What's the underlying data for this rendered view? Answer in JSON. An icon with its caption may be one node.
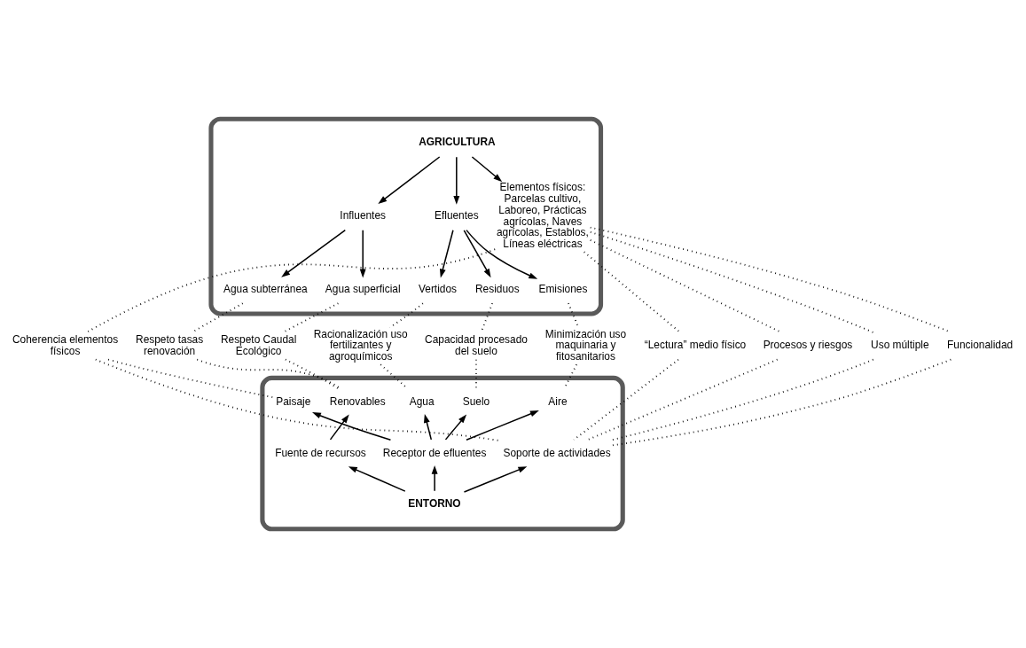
{
  "diagram": {
    "nodes": [
      {
        "text": [],
        "shape": "box"
      },
      {
        "text": [
          "AGRICULTURA"
        ],
        "in": 0
      },
      {
        "text": [
          "Influentes"
        ],
        "in": 0
      },
      {
        "text": [
          "Elementos físicos: Parcelas cultivo, Laboreo, Prácticas agrícolas, Naves agrícolas, Establos, Líneas eléctricas"
        ],
        "in": 0
      },
      {
        "text": [
          "Efluentes"
        ],
        "in": 0
      },
      {
        "text": [
          "Agua subterránea"
        ],
        "in": 0
      },
      {
        "text": [
          "Agua superficial"
        ],
        "in": 0
      },
      {
        "text": [
          "Emisiones"
        ],
        "in": 0
      },
      {
        "text": [
          "Vertidos"
        ],
        "in": 0
      },
      {
        "text": [
          "Residuos"
        ],
        "in": 0
      },
      {
        "text": [
          "Respeto tasas renovación"
        ]
      },
      {
        "text": [
          "Respeto Caudal Ecológico"
        ]
      },
      {
        "text": [
          "“Lectura” medio físico"
        ]
      },
      {
        "text": [
          "Procesos y riesgos"
        ]
      },
      {
        "text": [
          "Uso múltiple"
        ]
      },
      {
        "text": [
          "Funcionalidad"
        ]
      },
      {
        "text": [
          "Coherencia elementos físicos"
        ]
      },
      {
        "text": [
          "Minimización uso maquinaria y fitosanitarios"
        ]
      },
      {
        "text": [
          "Racionalización uso fertilizantes y agroquímicos"
        ]
      },
      {
        "text": [
          "Capacidad procesado del suelo"
        ]
      },
      {
        "text": [],
        "shape": "box"
      },
      {
        "text": [
          "Renovables"
        ],
        "in": 20
      },
      {
        "text": [
          "Paisaje"
        ],
        "in": 20
      },
      {
        "text": [
          "Aire"
        ],
        "in": 20
      },
      {
        "text": [
          "Agua"
        ],
        "in": 20
      },
      {
        "text": [
          "Suelo"
        ],
        "in": 20
      },
      {
        "text": [
          "Fuente de recursos"
        ],
        "in": 20
      },
      {
        "text": [
          "Soporte de actividades"
        ],
        "in": 20
      },
      {
        "text": [
          "Receptor de efluentes"
        ],
        "in": 20
      },
      {
        "text": [
          "ENTORNO"
        ],
        "in": 20
      }
    ],
    "edges": [
      {
        "from": 1,
        "to": 2,
        "arrow": "to"
      },
      {
        "from": 1,
        "to": 3,
        "arrow": "to"
      },
      {
        "from": 1,
        "to": 4,
        "arrow": "to"
      },
      {
        "from": 2,
        "to": 5,
        "arrow": "to"
      },
      {
        "from": 2,
        "to": 6,
        "arrow": "to"
      },
      {
        "from": 4,
        "to": 7,
        "arrow": "to"
      },
      {
        "from": 4,
        "to": 8,
        "arrow": "to"
      },
      {
        "from": 4,
        "to": 9,
        "arrow": "to"
      },
      {
        "from": 5,
        "to": 10,
        "arrow": "none",
        "style": "dashed"
      },
      {
        "from": 10,
        "to": 21,
        "arrow": "none",
        "style": "dashed"
      },
      {
        "from": 6,
        "to": 11,
        "arrow": "none",
        "style": "dashed"
      },
      {
        "from": 11,
        "to": 21,
        "arrow": "none",
        "style": "dashed"
      },
      {
        "from": 3,
        "to": 12,
        "arrow": "none",
        "style": "dashed"
      },
      {
        "from": 12,
        "to": 27,
        "arrow": "none",
        "style": "dashed"
      },
      {
        "from": 3,
        "to": 13,
        "arrow": "none",
        "style": "dashed"
      },
      {
        "from": 13,
        "to": 27,
        "arrow": "none",
        "style": "dashed"
      },
      {
        "from": 3,
        "to": 14,
        "arrow": "none",
        "style": "dashed"
      },
      {
        "from": 14,
        "to": 27,
        "arrow": "none",
        "style": "dashed"
      },
      {
        "from": 3,
        "to": 15,
        "arrow": "none",
        "style": "dashed"
      },
      {
        "from": 15,
        "to": 27,
        "arrow": "none",
        "style": "dashed"
      },
      {
        "from": 3,
        "to": 16,
        "arrow": "none",
        "style": "dashed"
      },
      {
        "from": 16,
        "to": 22,
        "arrow": "none",
        "style": "dashed"
      },
      {
        "from": 16,
        "to": 27,
        "arrow": "none",
        "style": "dashed"
      },
      {
        "from": 7,
        "to": 17,
        "arrow": "none",
        "style": "dashed"
      },
      {
        "from": 17,
        "to": 23,
        "arrow": "none",
        "style": "dashed"
      },
      {
        "from": 8,
        "to": 18,
        "arrow": "none",
        "style": "dashed"
      },
      {
        "from": 18,
        "to": 24,
        "arrow": "none",
        "style": "dashed"
      },
      {
        "from": 9,
        "to": 19,
        "arrow": "none",
        "style": "dashed"
      },
      {
        "from": 19,
        "to": 25,
        "arrow": "none",
        "style": "dashed"
      },
      {
        "from": 29,
        "to": 26,
        "arrow": "to"
      },
      {
        "from": 29,
        "to": 27,
        "arrow": "to"
      },
      {
        "from": 29,
        "to": 28,
        "arrow": "to"
      },
      {
        "from": 26,
        "to": 21,
        "arrow": "to"
      },
      {
        "from": 28,
        "to": 22,
        "arrow": "to"
      },
      {
        "from": 28,
        "to": 23,
        "arrow": "to"
      },
      {
        "from": 28,
        "to": 24,
        "arrow": "to"
      },
      {
        "from": 28,
        "to": 25,
        "arrow": "to"
      }
    ]
  }
}
